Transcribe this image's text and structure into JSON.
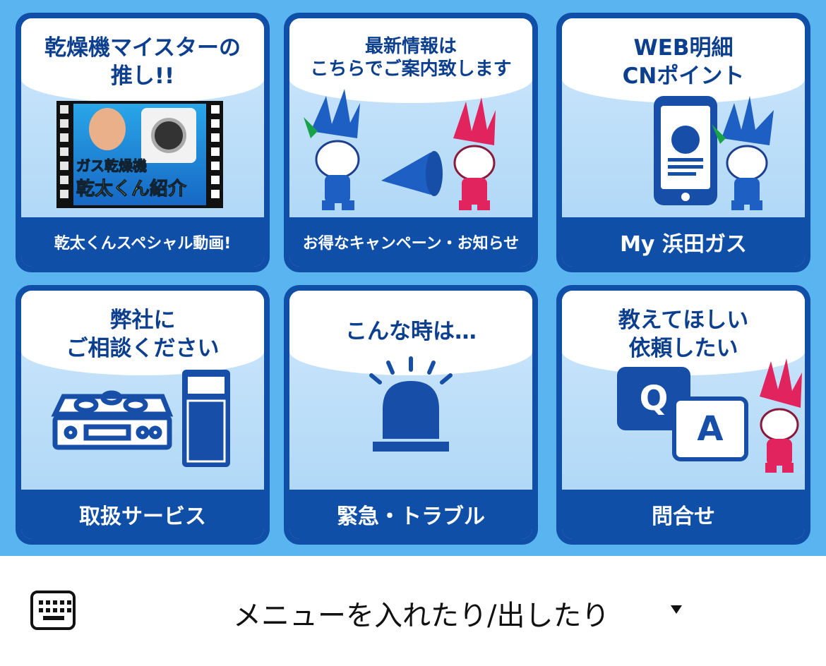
{
  "tiles": [
    {
      "title": [
        "乾燥機マイスターの",
        "推し!!"
      ],
      "video_caption": [
        "ガス乾燥機",
        "乾太くん紹介"
      ],
      "footer": "乾太くんスペシャル動画!"
    },
    {
      "title": [
        "最新情報は",
        "こちらでご案内致します"
      ],
      "footer": "お得なキャンペーン・お知らせ"
    },
    {
      "title": [
        "WEB明細",
        "CNポイント"
      ],
      "footer": "My 浜田ガス"
    },
    {
      "title": [
        "弊社に",
        "ご相談ください"
      ],
      "footer": "取扱サービス"
    },
    {
      "title": [
        "こんな時は…"
      ],
      "footer": "緊急・トラブル"
    },
    {
      "title": [
        "教えてほしい",
        "依頼したい"
      ],
      "qa": [
        "Q",
        "A"
      ],
      "footer": "問合せ"
    }
  ],
  "bottom_bar": {
    "icon": "keyboard-icon",
    "label": "メニューを入れたり/出したり"
  },
  "colors": {
    "brand": "#0f4fa8",
    "background": "#5ab4ef",
    "tile": "#cfe7fb"
  }
}
